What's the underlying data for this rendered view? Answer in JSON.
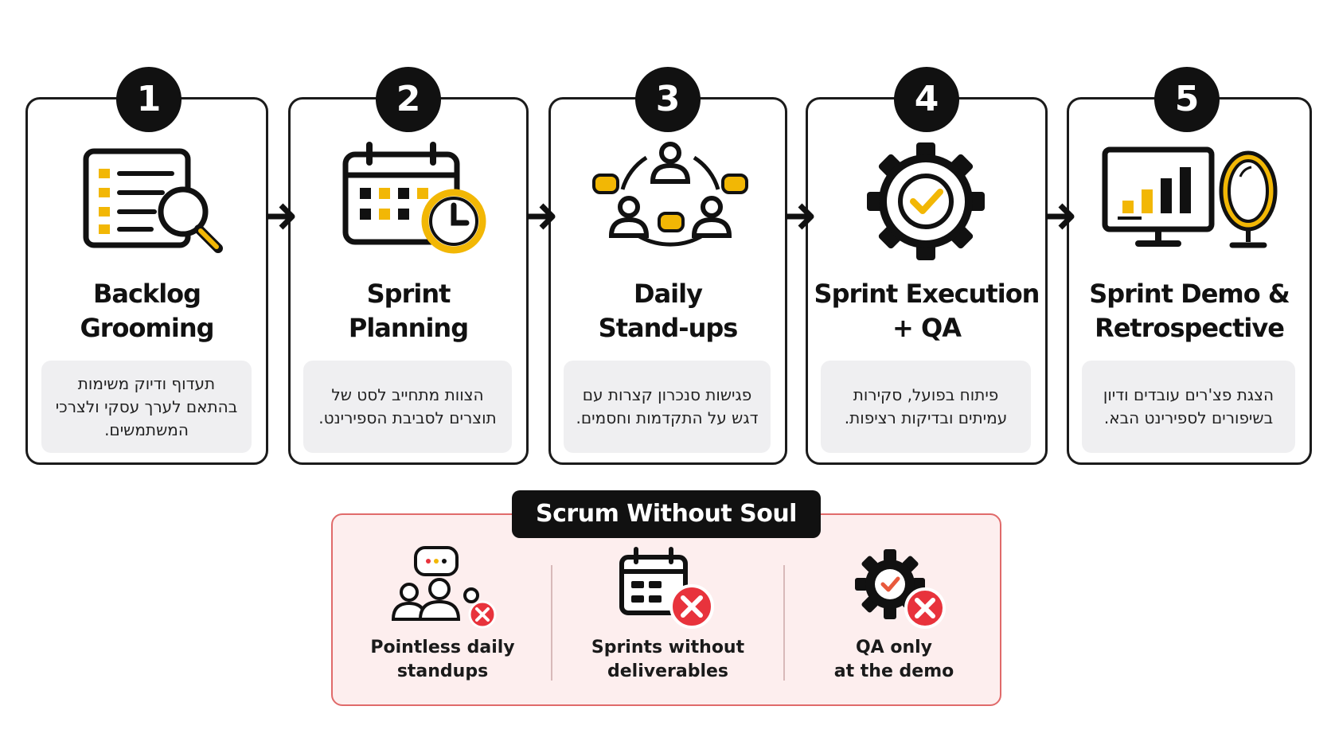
{
  "steps": [
    {
      "number": "1",
      "title": "Backlog\nGrooming",
      "description": "תעדוף ודיוק משימות בהתאם לערך עסקי ולצרכי המשתמשים.",
      "icon": "backlog-search-icon"
    },
    {
      "number": "2",
      "title": "Sprint\nPlanning",
      "description": "הצוות מתחייב לסט של תוצרים לסביבת הספירינט.",
      "icon": "calendar-clock-icon"
    },
    {
      "number": "3",
      "title": "Daily\nStand-ups",
      "description": "פגישות סנכרון קצרות עם דגש על התקדמות וחסמים.",
      "icon": "team-chat-icon"
    },
    {
      "number": "4",
      "title": "Sprint Execution\n+ QA",
      "description": "פיתוח בפועל, סקירות עמיתים ובדיקות רציפות.",
      "icon": "gear-check-icon"
    },
    {
      "number": "5",
      "title": "Sprint Demo &\nRetrospective",
      "description": "הצגת פצ'רים עובדים ודיון בשיפורים לספירינט הבא.",
      "icon": "monitor-mirror-icon"
    }
  ],
  "anti_patterns": {
    "title": "Scrum Without Soul",
    "items": [
      {
        "label": "Pointless daily\nstandups",
        "icon": "people-chat-x-icon"
      },
      {
        "label": "Sprints without\ndeliverables",
        "icon": "calendar-x-icon"
      },
      {
        "label": "QA only\nat the demo",
        "icon": "gear-x-icon"
      }
    ]
  },
  "colors": {
    "accent": "#F2B705",
    "dark": "#111111",
    "alert": "#E8333C",
    "panel_bg": "#FDEEEE",
    "panel_border": "#E06A6A",
    "desc_bg": "#EFEFF1"
  }
}
